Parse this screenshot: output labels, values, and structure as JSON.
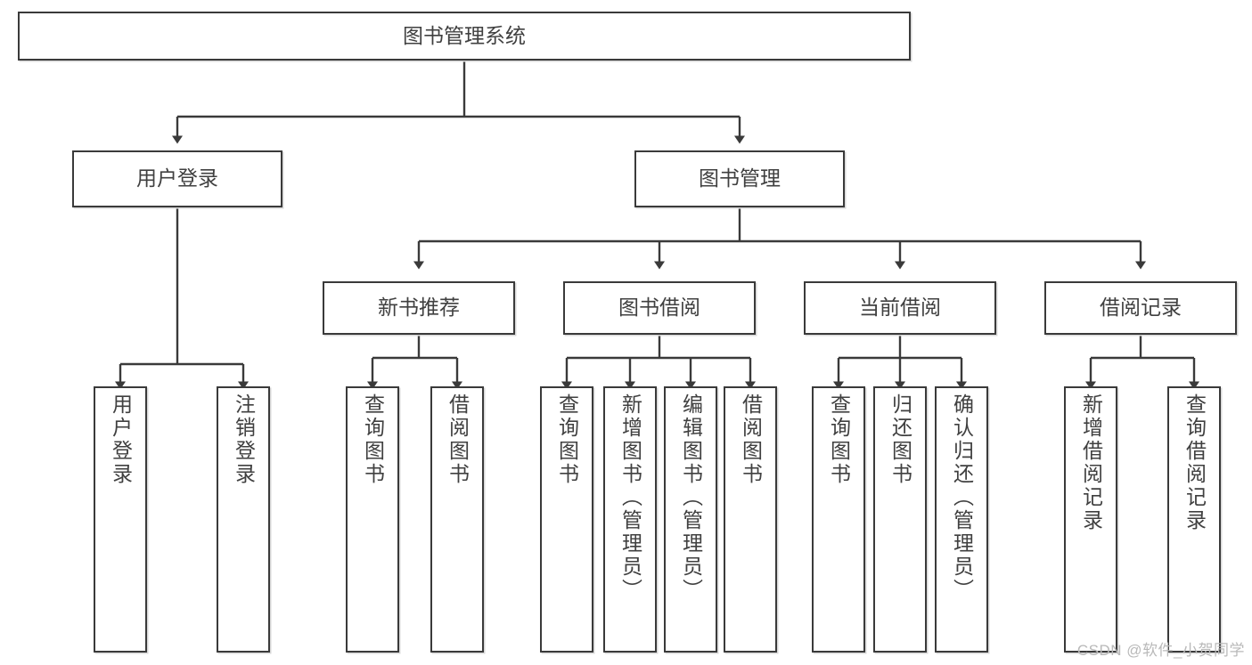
{
  "diagram": {
    "type": "tree",
    "title": "图书管理系统",
    "colors": {
      "box_border": "#3a3a3a",
      "box_fill": "#ffffff",
      "text": "#404040",
      "connector": "#3a3a3a",
      "shadow": "#d8d8d8",
      "watermark": "#b9b9b9"
    },
    "root": {
      "label": "图书管理系统"
    },
    "level2": [
      {
        "label": "用户登录"
      },
      {
        "label": "图书管理"
      }
    ],
    "level3": [
      {
        "label": "新书推荐"
      },
      {
        "label": "图书借阅"
      },
      {
        "label": "当前借阅"
      },
      {
        "label": "借阅记录"
      }
    ],
    "leaves": {
      "user_login": [
        {
          "label": "用户登录"
        },
        {
          "label": "注销登录"
        }
      ],
      "new_book": [
        {
          "label": "查询图书"
        },
        {
          "label": "借阅图书"
        }
      ],
      "book_borrow": [
        {
          "label": "查询图书"
        },
        {
          "label": "新增图书（管理员）"
        },
        {
          "label": "编辑图书（管理员）"
        },
        {
          "label": "借阅图书"
        }
      ],
      "current_borrow": [
        {
          "label": "查询图书"
        },
        {
          "label": "归还图书"
        },
        {
          "label": "确认归还（管理员）"
        }
      ],
      "borrow_record": [
        {
          "label": "新增借阅记录"
        },
        {
          "label": "查询借阅记录"
        }
      ]
    }
  },
  "watermark": {
    "text": "CSDN @软件_小贺同学"
  }
}
